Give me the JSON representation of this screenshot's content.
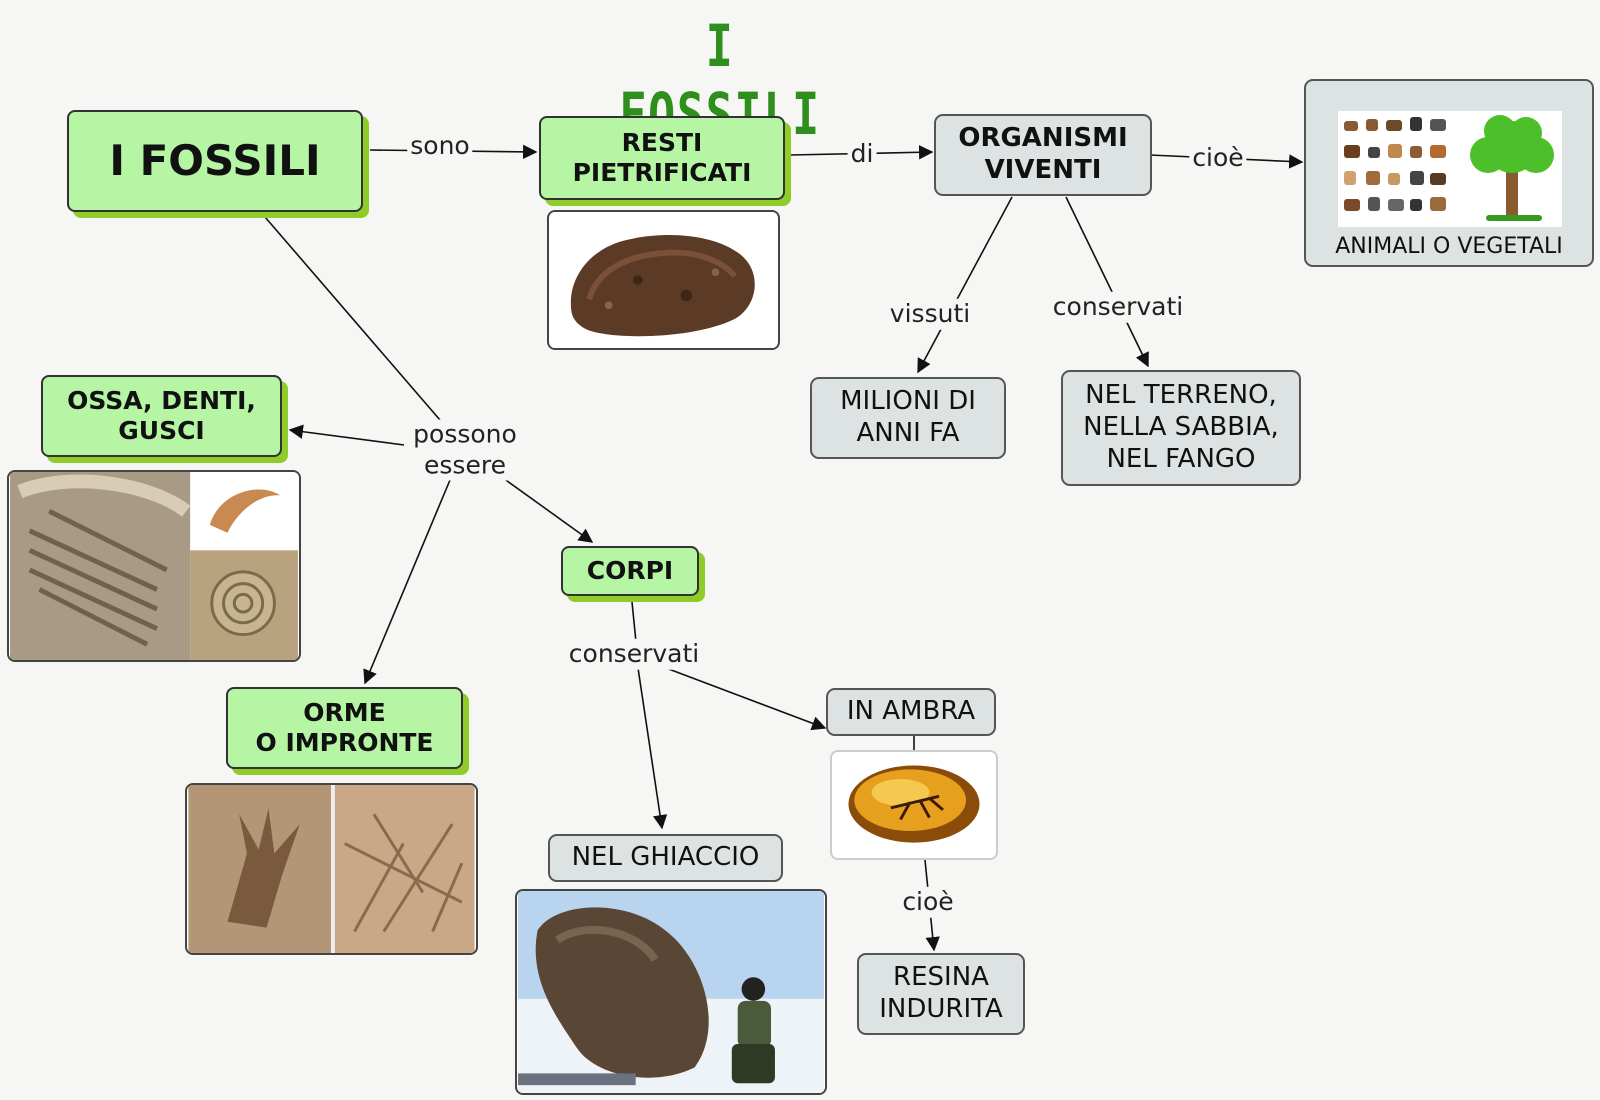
{
  "title": "I FOSSILI",
  "nodes": {
    "main": "I FOSSILI",
    "resti": "RESTI\nPIETRIFICATI",
    "organismi": "ORGANISMI\nVIVENTI",
    "animali": "ANIMALI O VEGETALI",
    "milioni": "MILIONI DI\nANNI FA",
    "terreno": "NEL TERRENO,\nNELLA SABBIA,\nNEL FANGO",
    "ossa": "OSSA, DENTI,\nGUSCI",
    "corpi": "CORPI",
    "orme": "ORME\nO IMPRONTE",
    "ambra": "IN AMBRA",
    "ghiaccio": "NEL GHIACCIO",
    "resina": "RESINA\nINDURITA"
  },
  "links": {
    "sono": "sono",
    "di": "di",
    "cioe_1": "cioè",
    "vissuti": "vissuti",
    "conservati_1": "conservati",
    "possono": "possono\nessere",
    "conservati_2": "conservati",
    "cioe_2": "cioè"
  },
  "images": {
    "rock": "rock-image",
    "animals_trees": "animals-and-tree-image",
    "bones_shells": "bones-teeth-shells-image",
    "footprints": "footprints-image",
    "amber": "amber-image",
    "mammoth": "mammoth-in-ice-image"
  },
  "colors": {
    "green_node": "#b5f5a4",
    "green_shadow": "#8fcc2a",
    "grey_node": "#dde3e3",
    "title": "#2f8f1c"
  }
}
